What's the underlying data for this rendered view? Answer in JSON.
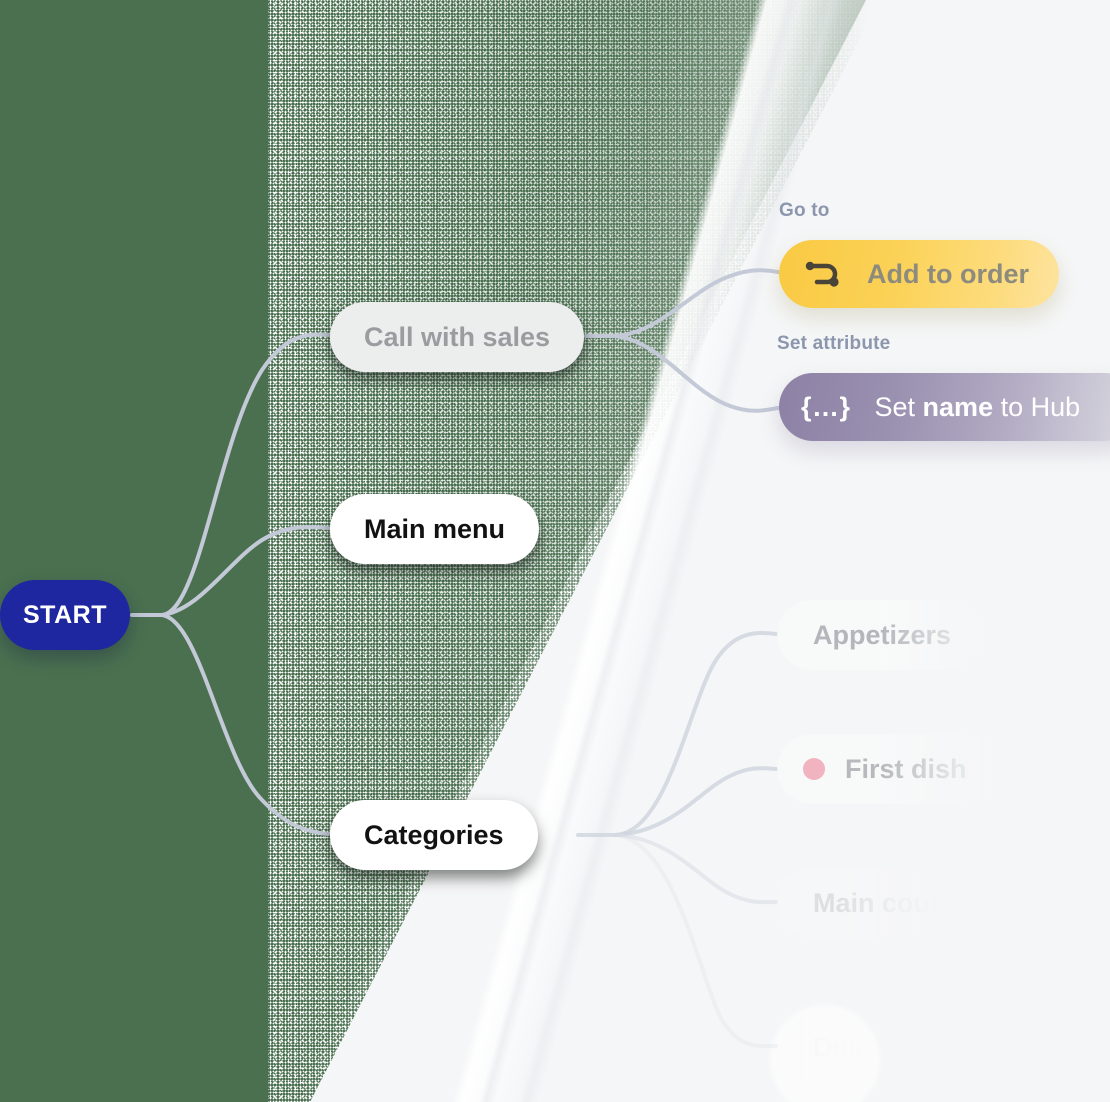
{
  "theme": {
    "green_bg": "#4a7050",
    "light_bg": "#f5f6f7",
    "start_node": "#1f27a0",
    "edge_color": "#c3c9d6",
    "goto_yellow": "#f9c942",
    "setattr_purple": "#8d81a5",
    "marker_pink": "#f0889a",
    "group_label_color": "#8c96ad"
  },
  "flow": {
    "start": {
      "label": "START"
    },
    "branches": [
      {
        "label": "Call with sales",
        "style": "muted"
      },
      {
        "label": "Main menu",
        "style": "white"
      },
      {
        "label": "Categories",
        "style": "white"
      }
    ],
    "actions": [
      {
        "group_label": "Go to",
        "icon": "route-icon",
        "label": "Add to order",
        "color": "#f9c942"
      },
      {
        "group_label": "Set attribute",
        "icon": "braces-icon",
        "icon_glyph": "{…}",
        "label_prefix": "Set ",
        "label_strong": "name",
        "label_suffix": " to Hub",
        "color": "#8d81a5"
      }
    ],
    "categories": [
      {
        "label": "Appetizers",
        "marker": false
      },
      {
        "label": "First dish",
        "marker": true,
        "marker_color": "#f0889a"
      },
      {
        "label": "Main course",
        "marker": false
      },
      {
        "label": "Desserts",
        "marker": false
      }
    ]
  }
}
